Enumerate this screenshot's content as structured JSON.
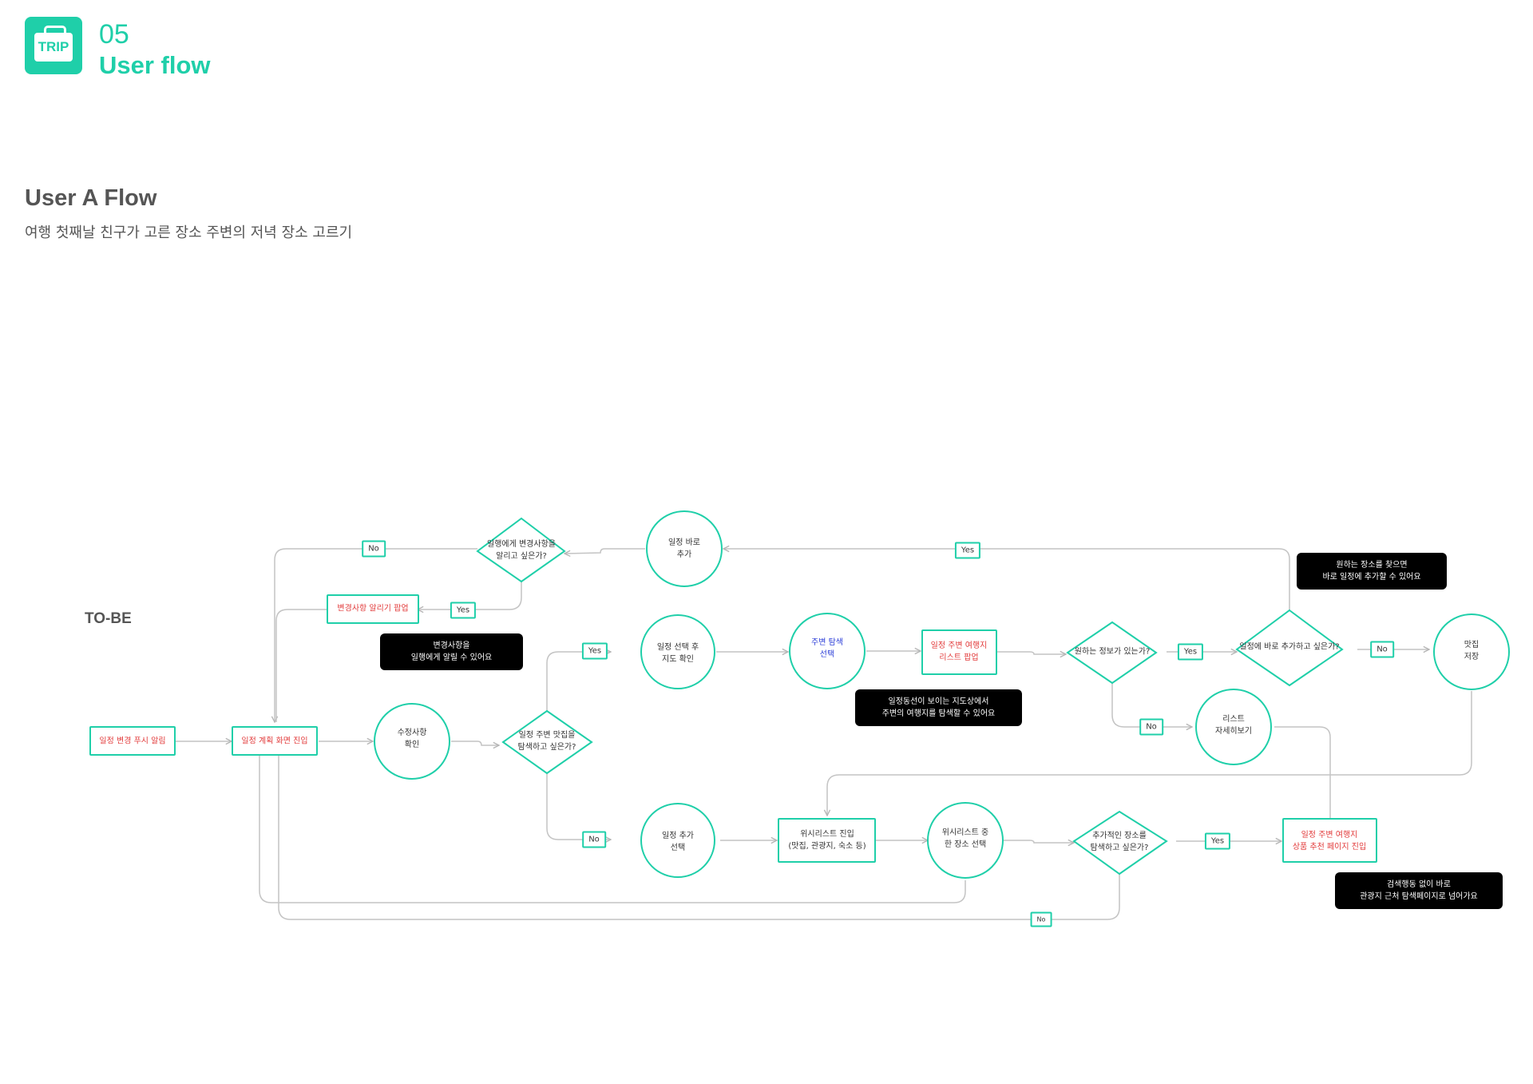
{
  "header": {
    "logo_text": "TRIP",
    "section_number": "05",
    "section_title": "User flow"
  },
  "flow": {
    "title": "User A Flow",
    "subtitle": "여행 첫째날 친구가 고른 장소 주변의 저녁 장소 고르기",
    "stage": "TO-BE"
  },
  "colors": {
    "accent": "#1fcfa9",
    "highlight_text": "#e23b3b",
    "blue_text": "#2d3fd8",
    "connector": "#c4c4c4",
    "note_bg": "#000000"
  },
  "nodes": {
    "push_alert": "일정 변경 푸시 알림",
    "plan_enter": "일정 계획 화면 진입",
    "check_edit": "수정사항\n확인",
    "want_nearby": "일정 주변 맛집을\n탐색하고 싶은가?",
    "select_map": "일정 선택 후\n지도 확인",
    "explore_nearby": "주변 탐색\n선택",
    "nearby_list_popup": "일정 주변 여행지\n리스트 팝업",
    "has_info": "원하는 정보가 있는가?",
    "add_direct_q": "일정에 바로 추가하고 싶은가?",
    "save_restaurant": "맛집\n저장",
    "list_detail": "리스트\n자세히보기",
    "add_direct": "일정 바로\n추가",
    "notify_q": "일행에게 변경사항을\n알리고 싶은가?",
    "notify_popup": "변경사항 알리기 팝업",
    "add_schedule": "일정 추가\n선택",
    "wishlist_enter": "위시리스트 진입\n(맛집, 관광지, 숙소 등)",
    "wishlist_pick": "위시리스트 중\n한 장소 선택",
    "more_search_q": "추가적인 장소를\n탐색하고 싶은가?",
    "recommend_page": "일정 주변 여행지\n상품 추천 페이지 진입"
  },
  "branches": {
    "yes": "Yes",
    "no": "No",
    "no_small": "No"
  },
  "notes": {
    "notify_note": "변경사항을\n일행에게 알릴 수 있어요",
    "map_note": "일정동선이 보이는 지도상에서\n주변의 여행지를 탐색할 수 있어요",
    "add_note": "원하는 장소를 찾으면\n바로 일정에 추가할 수 있어요",
    "search_note": "검색행동 없이 바로\n관광지 근처 탐색페이지로 넘어가요"
  }
}
